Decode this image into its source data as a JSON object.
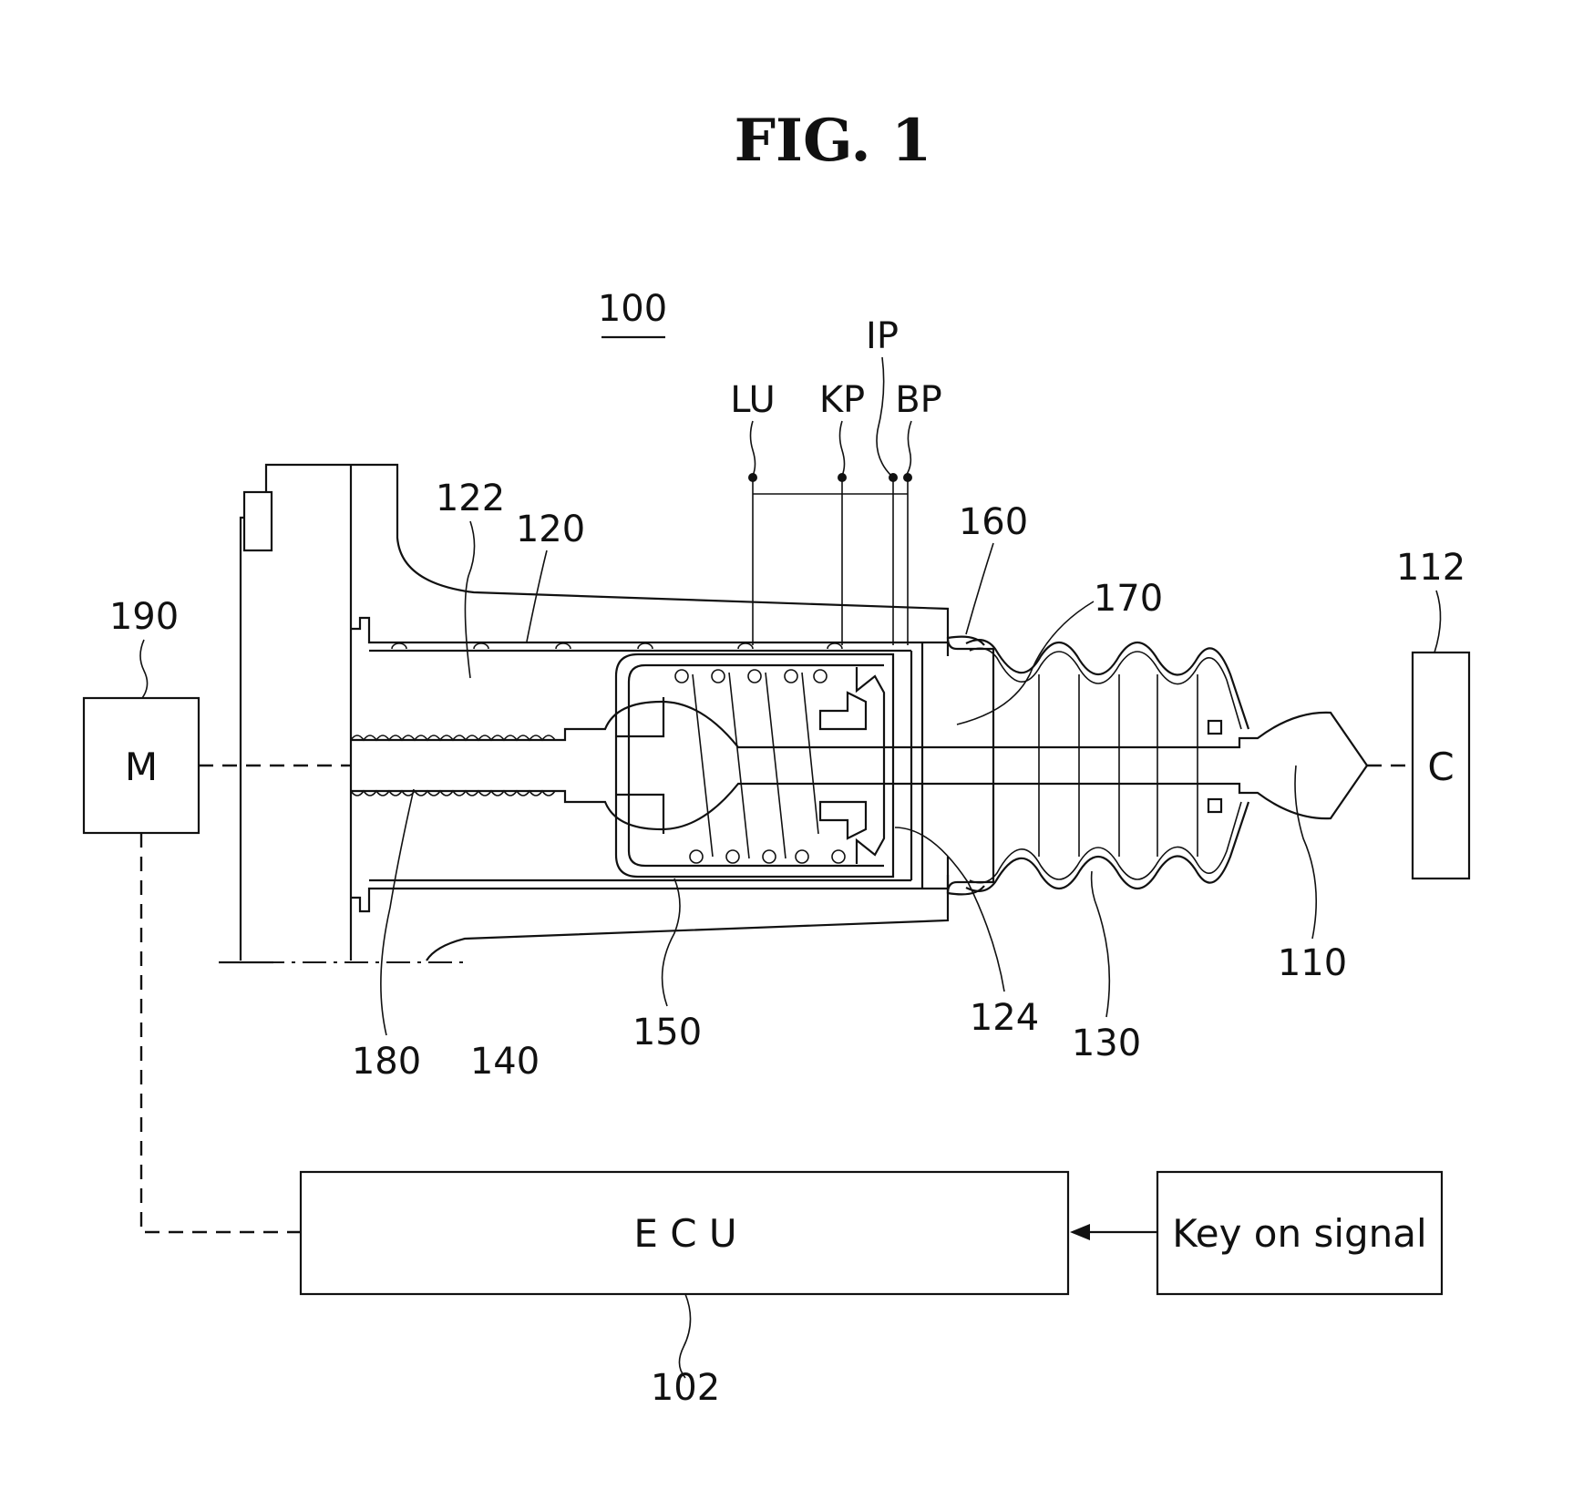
{
  "figure": {
    "title": "FIG. 1",
    "assembly_ref": "100"
  },
  "top_points": {
    "lu": "LU",
    "kp": "KP",
    "ip": "IP",
    "bp": "BP"
  },
  "refs": {
    "r102": "102",
    "r110": "110",
    "r112": "112",
    "r120": "120",
    "r122": "122",
    "r124": "124",
    "r130": "130",
    "r140": "140",
    "r150": "150",
    "r160": "160",
    "r170": "170",
    "r180": "180",
    "r190": "190"
  },
  "boxes": {
    "motor": "M",
    "clutch": "C",
    "ecu": "E C U",
    "key_signal": "Key on signal"
  }
}
